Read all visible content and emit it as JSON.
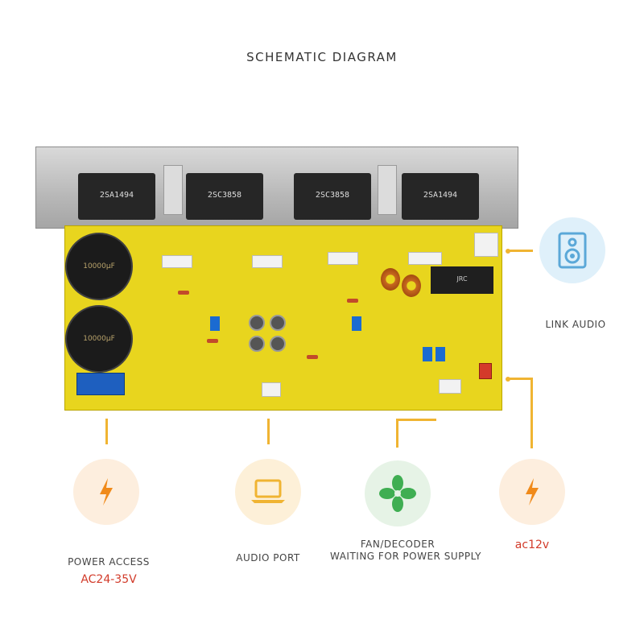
{
  "title": "SCHEMATIC DIAGRAM",
  "accent_color": "#f0b432",
  "transistors": [
    "2SA1494",
    "2SC3858",
    "2SC3858",
    "2SA1494"
  ],
  "capacitor_label": "10000μF",
  "relay_label": "JRC",
  "features": {
    "link_audio": {
      "label": "LINK AUDIO",
      "icon": "speaker-icon"
    },
    "power_access": {
      "label": "POWER ACCESS",
      "value": "AC24-35V",
      "icon": "lightning-icon"
    },
    "audio_port": {
      "label": "AUDIO PORT",
      "icon": "laptop-icon"
    },
    "fan_decoder": {
      "label_line1": "FAN/DECODER",
      "label_line2": "WAITING FOR POWER SUPPLY",
      "icon": "fan-icon"
    },
    "ac12v": {
      "value": "ac12v",
      "icon": "lightning-icon"
    }
  }
}
